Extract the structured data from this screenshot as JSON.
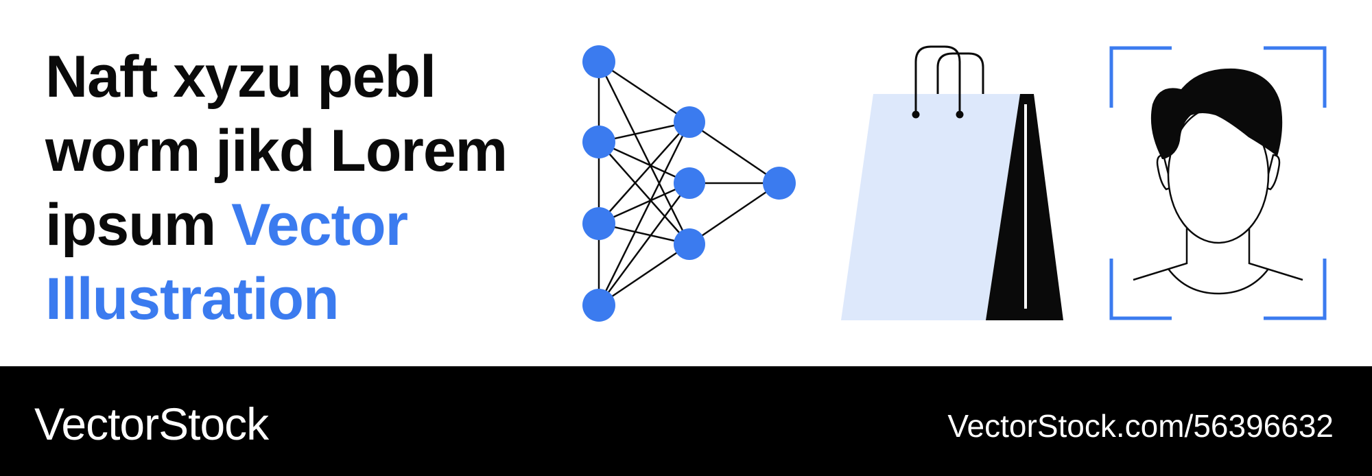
{
  "headline": {
    "line1": "Naft xyzu pebl",
    "line2": "worm jikd Lorem",
    "line3_dark": "ipsum",
    "line3_blue": "Vector",
    "line4_blue": "Illustration"
  },
  "colors": {
    "accent": "#3b7bef",
    "light_blue": "#dde8fb",
    "ink": "#0a0a0a",
    "footer_bg": "#000000"
  },
  "icons": [
    "neural-network-icon",
    "shopping-bag-icon",
    "face-recognition-icon"
  ],
  "footer": {
    "brand": "VectorStock",
    "url": "VectorStock.com/56396632"
  }
}
